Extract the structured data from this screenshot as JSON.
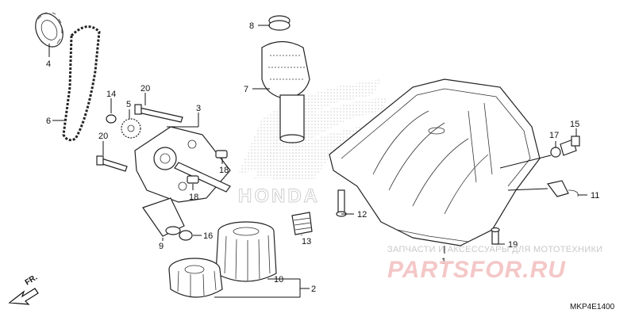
{
  "diagram": {
    "code": "MKP4E1400",
    "direction_label": "FR.",
    "brand_mark": "HONDA",
    "callouts": {
      "p1": "1",
      "p2": "2",
      "p3": "3",
      "p4": "4",
      "p5": "5",
      "p6": "6",
      "p7": "7",
      "p8": "8",
      "p9": "9",
      "p10": "10",
      "p11": "11",
      "p12": "12",
      "p13": "13",
      "p14": "14",
      "p15": "15",
      "p16": "16",
      "p17": "17",
      "p18a": "18",
      "p18b": "18",
      "p19": "19",
      "p20a": "20",
      "p20b": "20"
    }
  },
  "watermark": {
    "tagline": "ЗАПЧАСТИ И АКСЕССУАРЫ ДЛЯ МОТОТЕХНИКИ",
    "logo": "PARTSFOR.RU"
  },
  "colors": {
    "line": "#111111",
    "watermark_logo": "#f4c7c7",
    "watermark_text": "#c9c9c9",
    "honda_pattern": "#d8d8d8"
  }
}
